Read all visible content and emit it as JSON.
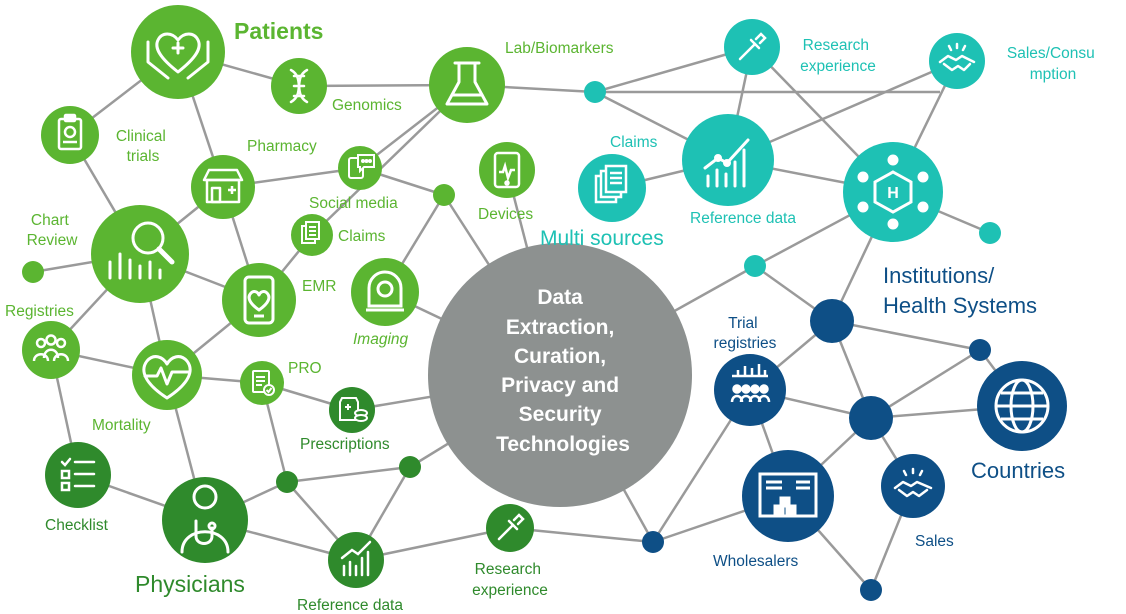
{
  "center": {
    "lines": [
      "Data",
      "Extraction,",
      "Curation,",
      "Privacy and",
      "Security",
      "Technologies"
    ]
  },
  "groups": {
    "patients": {
      "title": "Patients",
      "color": "#5bb531"
    },
    "physicians": {
      "title": "Physicians",
      "color": "#2f8a2c"
    },
    "multi_sources": {
      "title": "Multi sources",
      "color": "#1ec1b4"
    },
    "institutions": {
      "title_lines": [
        "Institutions/",
        "Health Systems"
      ],
      "color": "#0e4f86"
    },
    "countries": {
      "title": "Countries",
      "color": "#0e4f86"
    }
  },
  "labels": {
    "genomics": "Genomics",
    "lab_biomarkers": "Lab/Biomarkers",
    "clinical_trials": [
      "Clinical",
      "trials"
    ],
    "pharmacy": "Pharmacy",
    "social_media": "Social media",
    "chart_review": [
      "Chart",
      "Review"
    ],
    "claims_small": "Claims",
    "devices": "Devices",
    "emr": "EMR",
    "imaging": "Imaging",
    "registries": "Registries",
    "pro": "PRO",
    "mortality": "Mortality",
    "prescriptions": "Prescriptions",
    "checklist": "Checklist",
    "reference_data_bottom": "Reference data",
    "research_experience_bottom": [
      "Research",
      "experience"
    ],
    "research_experience_top": [
      "Research",
      "experience"
    ],
    "sales_consumption": [
      "Sales/Consu",
      "mption"
    ],
    "claims_teal": "Claims",
    "reference_data_teal": "Reference data",
    "trial_registries": [
      "Trial",
      "registries"
    ],
    "wholesalers": "Wholesalers",
    "sales": "Sales"
  },
  "icons": {
    "patients": "heart-hands-icon",
    "genomics": "dna-icon",
    "lab": "flask-icon",
    "clinical_trials": "clipboard-icon",
    "pharmacy": "pharmacy-store-icon",
    "social_media": "chat-bubble-icon",
    "chart_review": "magnifier-chart-icon",
    "claims": "documents-icon",
    "devices": "tablet-device-icon",
    "emr": "phone-heart-icon",
    "imaging": "mri-scanner-icon",
    "registries": "people-group-icon",
    "mortality": "heartbeat-icon",
    "pro": "checklist-badge-icon",
    "prescriptions": "pill-bottle-icon",
    "checklist": "checklist-icon",
    "physicians": "doctor-icon",
    "reference_data": "growth-chart-icon",
    "research_experience": "pipette-icon",
    "sales": "handshake-icon",
    "institutions": "hospital-network-icon",
    "trial_registries": "audience-icon",
    "wholesalers": "warehouse-icon",
    "countries": "globe-icon"
  },
  "colors": {
    "green_light": "#5bb531",
    "green_dark": "#2f8a2c",
    "teal": "#1ec1b4",
    "navy": "#0e4f86",
    "center_gray": "#8d9190",
    "edge_gray": "#9a9a9a",
    "white": "#ffffff"
  }
}
